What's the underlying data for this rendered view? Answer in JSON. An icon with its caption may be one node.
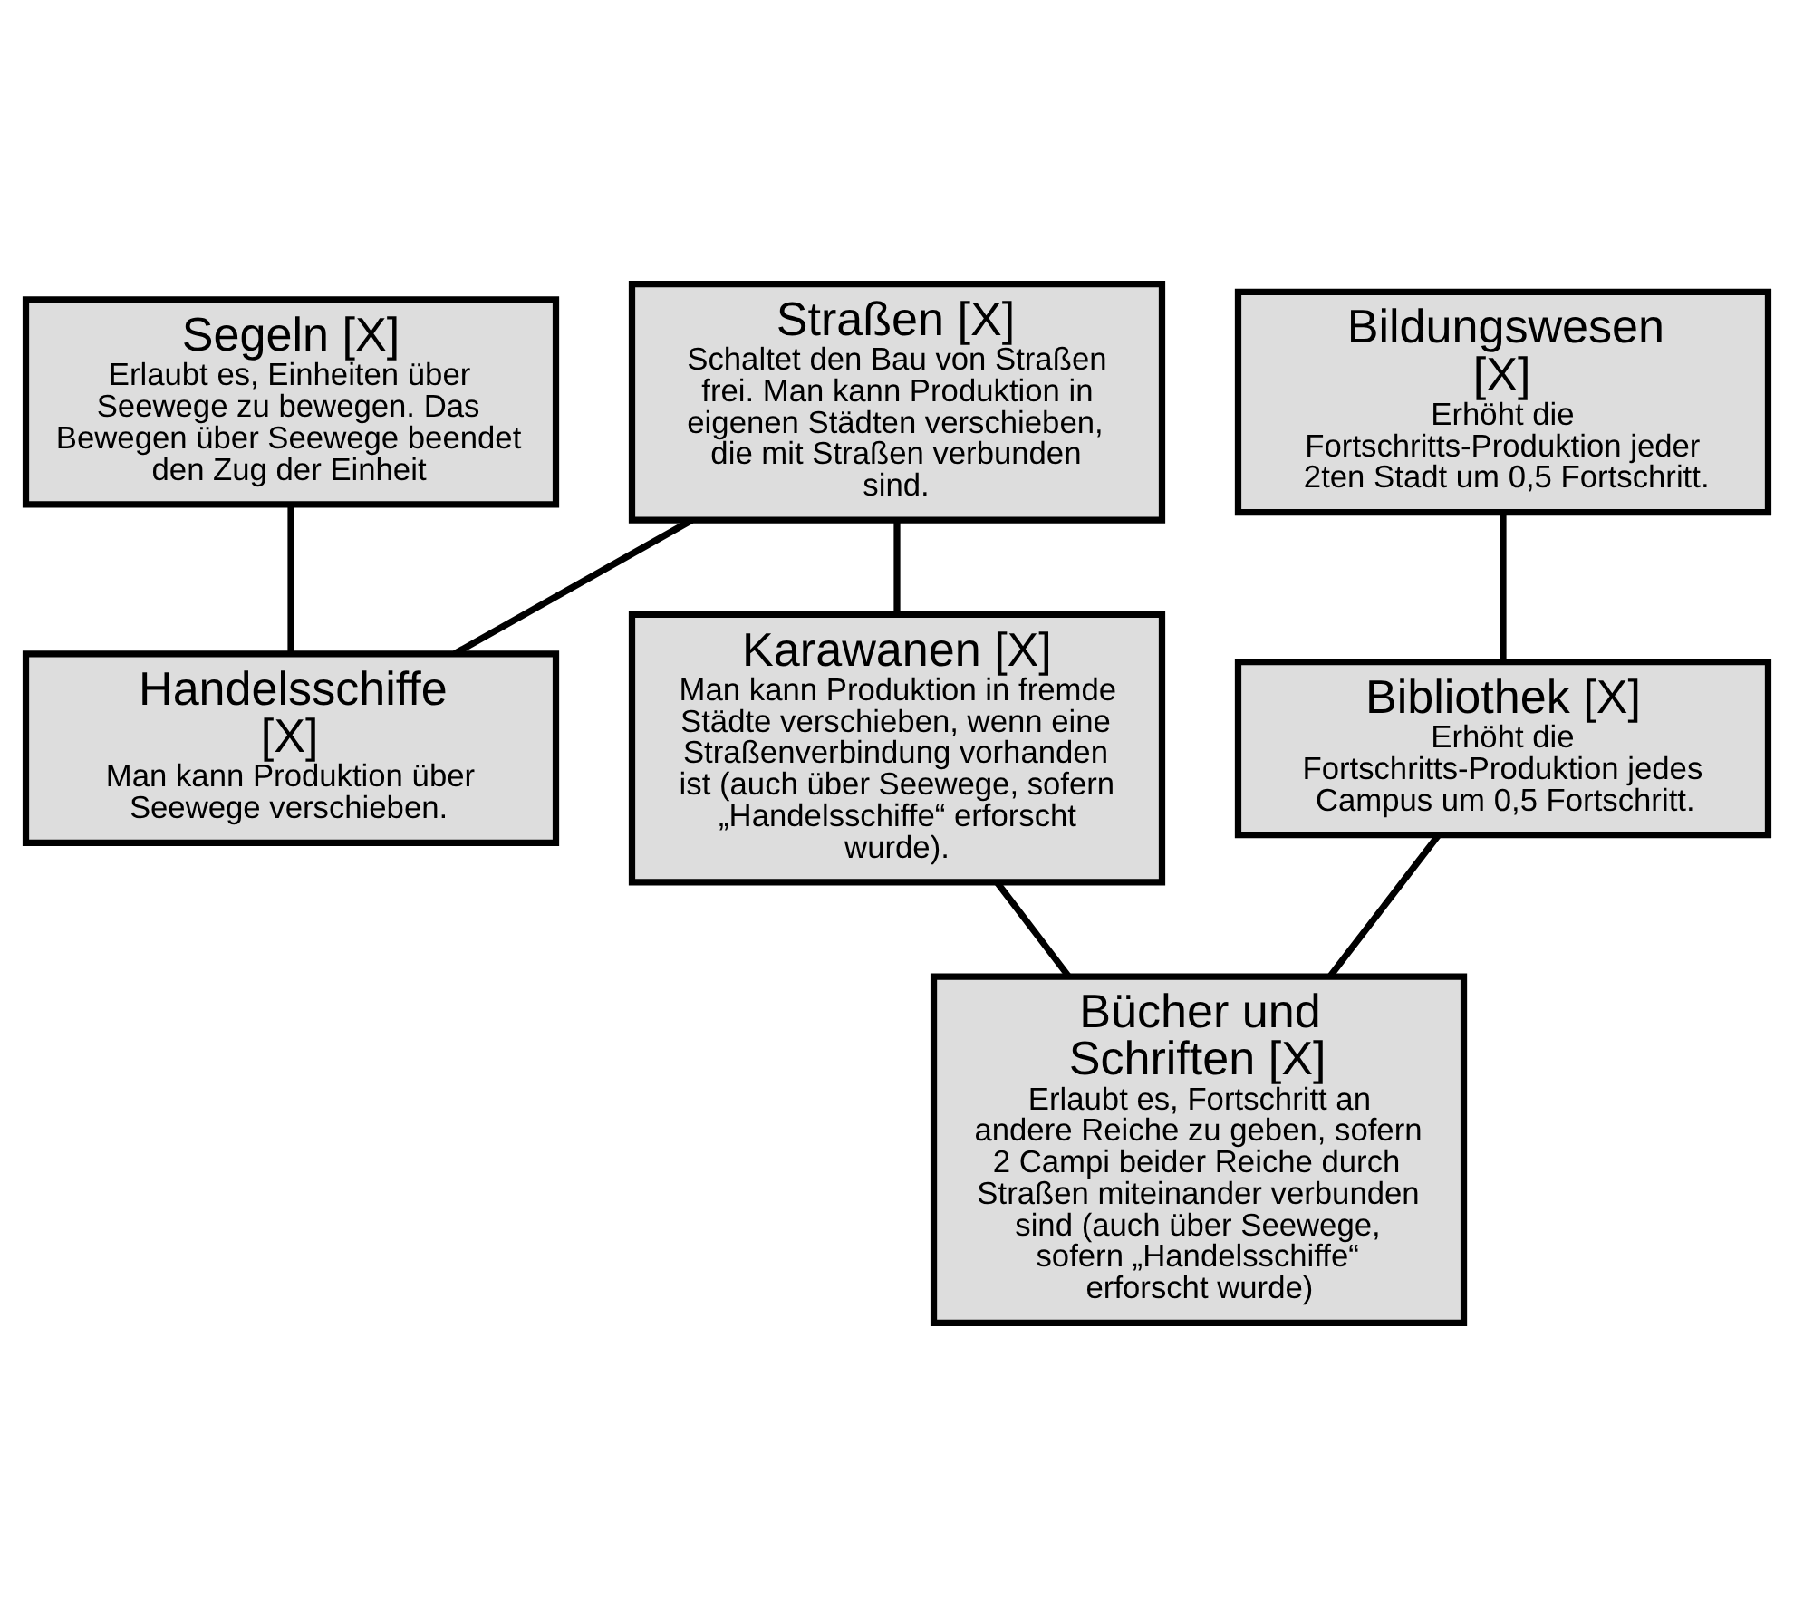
{
  "diagram": {
    "nodes": [
      {
        "text": [
          "Segeln [X]",
          "Erlaubt es, Einheiten über Seewege zu bewegen. Das Bewegen über Seewege beendet den Zug der Einheit"
        ]
      },
      {
        "text": [
          "Straßen [X]",
          "Schaltet den Bau von Straßen frei. Man kann Produktion in eigenen Städten verschieben, die mit Straßen verbunden sind."
        ]
      },
      {
        "text": [
          "Bildungswesen [X]",
          "Erhöht die Fortschritts-Produktion jeder 2ten Stadt um 0,5 Fortschritt."
        ]
      },
      {
        "text": [
          "Handelsschiffe [X]",
          "Man kann Produktion über Seewege verschieben."
        ]
      },
      {
        "text": [
          "Karawanen [X]",
          "Man kann Produktion in fremde Städte verschieben, wenn eine Straßenverbindung vorhanden ist (auch über Seewege, sofern „Handelsschiffe“ erforscht wurde)."
        ]
      },
      {
        "text": [
          "Bibliothek [X]",
          "Erhöht die Fortschritts-Produktion jedes Campus um 0,5 Fortschritt."
        ]
      },
      {
        "text": [
          "Bücher und Schriften [X]",
          "Erlaubt es, Fortschritt an andere Reiche zu geben, sofern 2 Campi beider Reiche durch Straßen miteinander verbunden sind (auch über Seewege, sofern „Handelsschiffe“ erforscht wurde)"
        ]
      }
    ],
    "edges": [
      {
        "from": 0,
        "to": 3,
        "arrow": "none"
      },
      {
        "from": 1,
        "to": 3,
        "arrow": "none"
      },
      {
        "from": 1,
        "to": 4,
        "arrow": "none"
      },
      {
        "from": 2,
        "to": 5,
        "arrow": "none"
      },
      {
        "from": 4,
        "to": 6,
        "arrow": "none"
      },
      {
        "from": 5,
        "to": 6,
        "arrow": "none"
      }
    ]
  }
}
